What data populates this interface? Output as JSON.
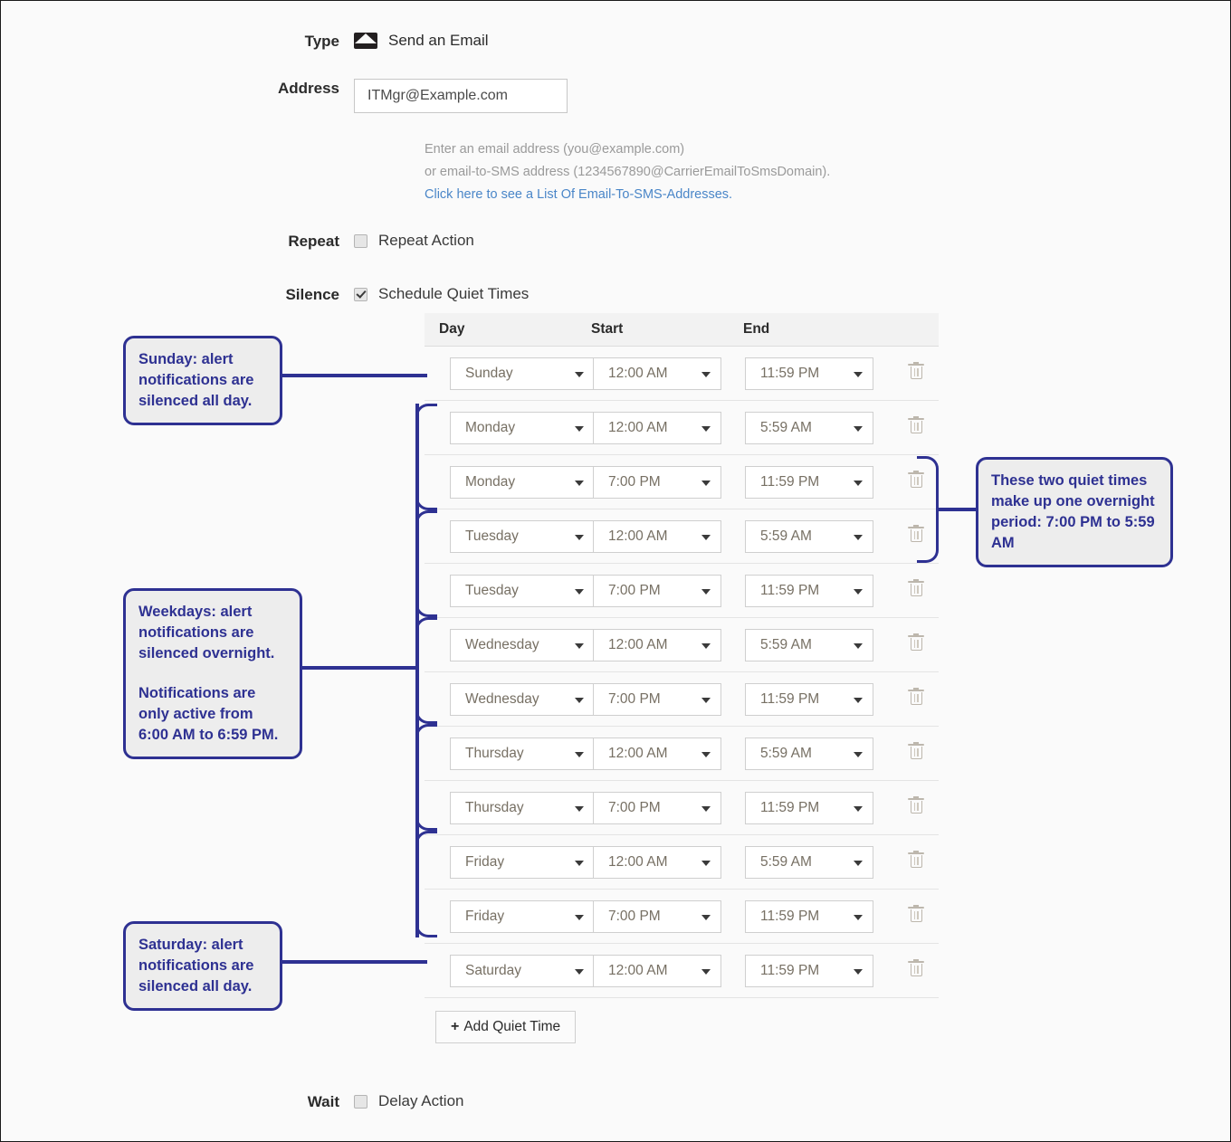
{
  "form": {
    "type": {
      "label": "Type",
      "icon": "envelope-icon",
      "value": "Send an Email"
    },
    "address": {
      "label": "Address",
      "value": "ITMgr@Example.com",
      "placeholder": "you@example.com",
      "helper_line1": "Enter an email address (you@example.com)",
      "helper_line2": "or email-to-SMS address (1234567890@CarrierEmailToSmsDomain).",
      "helper_link": "Click here to see a List Of Email-To-SMS-Addresses."
    },
    "repeat": {
      "label": "Repeat",
      "checkbox_label": "Repeat Action",
      "checked": false
    },
    "silence": {
      "label": "Silence",
      "checkbox_label": "Schedule Quiet Times",
      "checked": true
    },
    "wait": {
      "label": "Wait",
      "checkbox_label": "Delay Action",
      "checked": false
    }
  },
  "quiet_times": {
    "columns": [
      "Day",
      "Start",
      "End"
    ],
    "rows": [
      {
        "day": "Sunday",
        "start": "12:00 AM",
        "end": "11:59 PM"
      },
      {
        "day": "Monday",
        "start": "12:00 AM",
        "end": "5:59 AM"
      },
      {
        "day": "Monday",
        "start": "7:00 PM",
        "end": "11:59 PM"
      },
      {
        "day": "Tuesday",
        "start": "12:00 AM",
        "end": "5:59 AM"
      },
      {
        "day": "Tuesday",
        "start": "7:00 PM",
        "end": "11:59 PM"
      },
      {
        "day": "Wednesday",
        "start": "12:00 AM",
        "end": "5:59 AM"
      },
      {
        "day": "Wednesday",
        "start": "7:00 PM",
        "end": "11:59 PM"
      },
      {
        "day": "Thursday",
        "start": "12:00 AM",
        "end": "5:59 AM"
      },
      {
        "day": "Thursday",
        "start": "7:00 PM",
        "end": "11:59 PM"
      },
      {
        "day": "Friday",
        "start": "12:00 AM",
        "end": "5:59 AM"
      },
      {
        "day": "Friday",
        "start": "7:00 PM",
        "end": "11:59 PM"
      },
      {
        "day": "Saturday",
        "start": "12:00 AM",
        "end": "11:59 PM"
      }
    ],
    "delete_icon": "trash-icon",
    "add_button": "Add Quiet Time",
    "add_button_icon": "plus-icon"
  },
  "annotations": {
    "sunday": "Sunday: alert notifications are silenced all day.",
    "weekdays_p1": "Weekdays: alert notifications are silenced overnight.",
    "weekdays_p2": "Notifications are only active from 6:00 AM to 6:59 PM.",
    "overnight": "These two quiet times make up one overnight period: 7:00 PM to 5:59 AM",
    "saturday": "Saturday: alert notifications are silenced all day."
  },
  "colors": {
    "annotation": "#2e3192",
    "annotation_fill": "#ededed",
    "link": "#4a86c8",
    "page_bg": "#fafafa"
  }
}
